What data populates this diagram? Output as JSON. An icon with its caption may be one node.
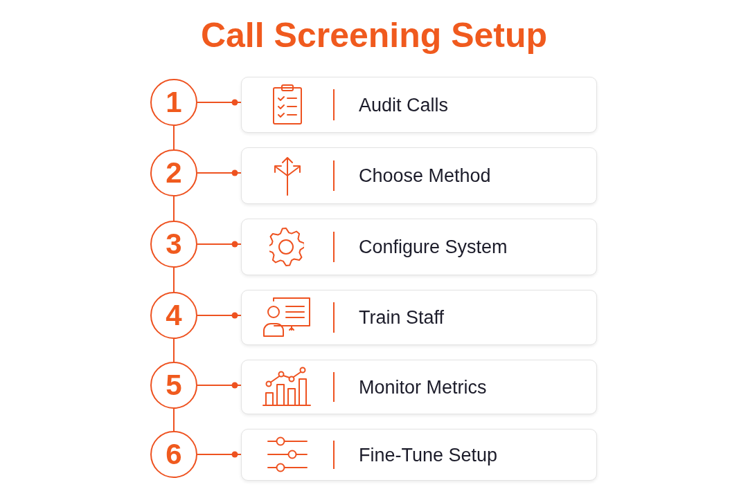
{
  "diagram": {
    "title": "Call Screening Setup",
    "nodes": [
      {
        "text": [
          "1"
        ]
      },
      {
        "text": [
          "2"
        ]
      },
      {
        "text": [
          "3"
        ]
      },
      {
        "text": [
          "4"
        ]
      },
      {
        "text": [
          "5"
        ]
      },
      {
        "text": [
          "6"
        ]
      },
      {
        "text": [
          "Audit Calls"
        ]
      },
      {
        "text": [
          "Choose Method"
        ]
      },
      {
        "text": [
          "Configure System"
        ]
      },
      {
        "text": [
          "Train Staff"
        ]
      },
      {
        "text": [
          "Monitor Metrics"
        ]
      },
      {
        "text": [
          "Fine-Tune Setup"
        ]
      }
    ],
    "edges": [
      {
        "from": 0,
        "to": 6,
        "arrow": "other"
      },
      {
        "from": 1,
        "to": 7,
        "arrow": "other"
      },
      {
        "from": 2,
        "to": 8,
        "arrow": "other"
      },
      {
        "from": 3,
        "to": 9,
        "arrow": "other"
      },
      {
        "from": 4,
        "to": 10,
        "arrow": "other"
      },
      {
        "from": 5,
        "to": 11,
        "arrow": "other"
      },
      {
        "from": 0,
        "to": 1,
        "arrow": "none"
      },
      {
        "from": 1,
        "to": 2,
        "arrow": "none"
      },
      {
        "from": 2,
        "to": 3,
        "arrow": "none"
      },
      {
        "from": 3,
        "to": 4,
        "arrow": "none"
      },
      {
        "from": 4,
        "to": 5,
        "arrow": "none"
      }
    ]
  }
}
